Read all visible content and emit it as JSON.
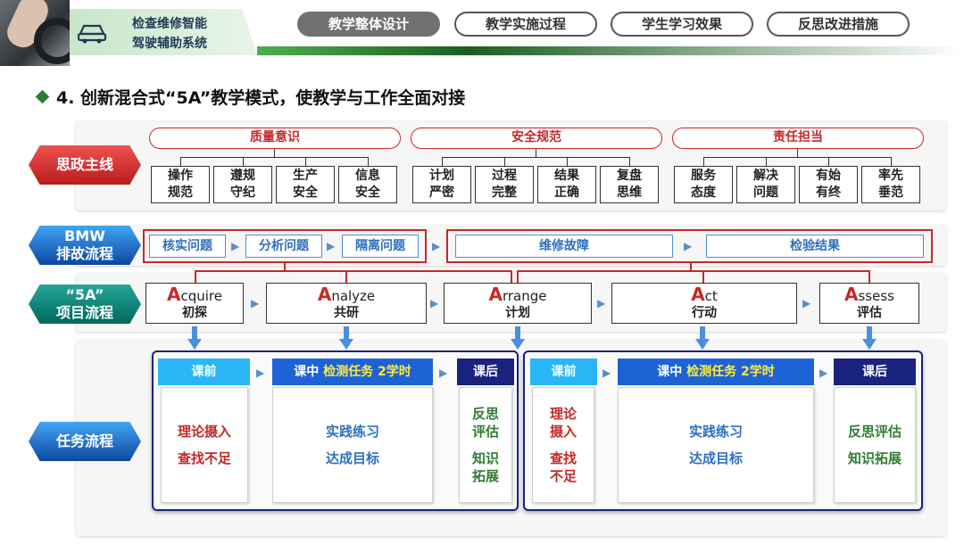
{
  "header": {
    "title_line1": "检查维修智能",
    "title_line2": "驾驶辅助系统",
    "tabs": [
      {
        "label": "教学整体设计",
        "active": true
      },
      {
        "label": "教学实施过程",
        "active": false
      },
      {
        "label": "学生学习效果",
        "active": false
      },
      {
        "label": "反思改进措施",
        "active": false
      }
    ]
  },
  "heading": "4. 创新混合式“5A”教学模式，使教学与工作全面对接",
  "rows": {
    "sizheng": "思政主线",
    "bmw_line1": "BMW",
    "bmw_line2": "排故流程",
    "fiveA_line1": "“5A”",
    "fiveA_line2": "项目流程",
    "task": "任务流程"
  },
  "sizheng": {
    "groups": [
      {
        "title": "质量意识",
        "items": [
          [
            "操作",
            "规范"
          ],
          [
            "遵规",
            "守纪"
          ],
          [
            "生产",
            "安全"
          ],
          [
            "信息",
            "安全"
          ]
        ]
      },
      {
        "title": "安全规范",
        "items": [
          [
            "计划",
            "严密"
          ],
          [
            "过程",
            "完整"
          ],
          [
            "结果",
            "正确"
          ],
          [
            "复盘",
            "思维"
          ]
        ]
      },
      {
        "title": "责任担当",
        "items": [
          [
            "服务",
            "态度"
          ],
          [
            "解决",
            "问题"
          ],
          [
            "有始",
            "有终"
          ],
          [
            "率先",
            "垂范"
          ]
        ]
      }
    ]
  },
  "bmw": {
    "steps": [
      "核实问题",
      "分析问题",
      "隔离问题",
      "维修故障",
      "检验结果"
    ]
  },
  "fiveA": {
    "stages": [
      {
        "cap": "A",
        "rest": "cquire",
        "cn": "初探"
      },
      {
        "cap": "A",
        "rest": "nalyze",
        "cn": "共研"
      },
      {
        "cap": "A",
        "rest": "rrange",
        "cn": "计划"
      },
      {
        "cap": "A",
        "rest": "ct",
        "cn": "行动"
      },
      {
        "cap": "A",
        "rest": "ssess",
        "cn": "评估"
      }
    ]
  },
  "task": {
    "left": {
      "pre": "课前",
      "mid_a": "课中",
      "mid_b": "检测任务 2学时",
      "post": "课后",
      "pre_lines": [
        "理论摄入",
        "查找不足"
      ],
      "mid_lines": [
        "实践练习",
        "达成目标"
      ],
      "post_lines": [
        "反思",
        "评估",
        "知识",
        "拓展"
      ]
    },
    "right": {
      "pre": "课前",
      "mid_a": "课中",
      "mid_b": "检测任务 2学时",
      "post": "课后",
      "pre_lines": [
        "理论",
        "摄入",
        "查找",
        "不足"
      ],
      "mid_lines": [
        "实践练习",
        "达成目标"
      ],
      "post_lines": [
        "反思评估",
        "知识拓展"
      ]
    }
  },
  "colors": {
    "accent_red": "#c62828",
    "accent_blue": "#2f6fbf",
    "accent_green": "#2e7d32",
    "navy": "#1a237e"
  }
}
